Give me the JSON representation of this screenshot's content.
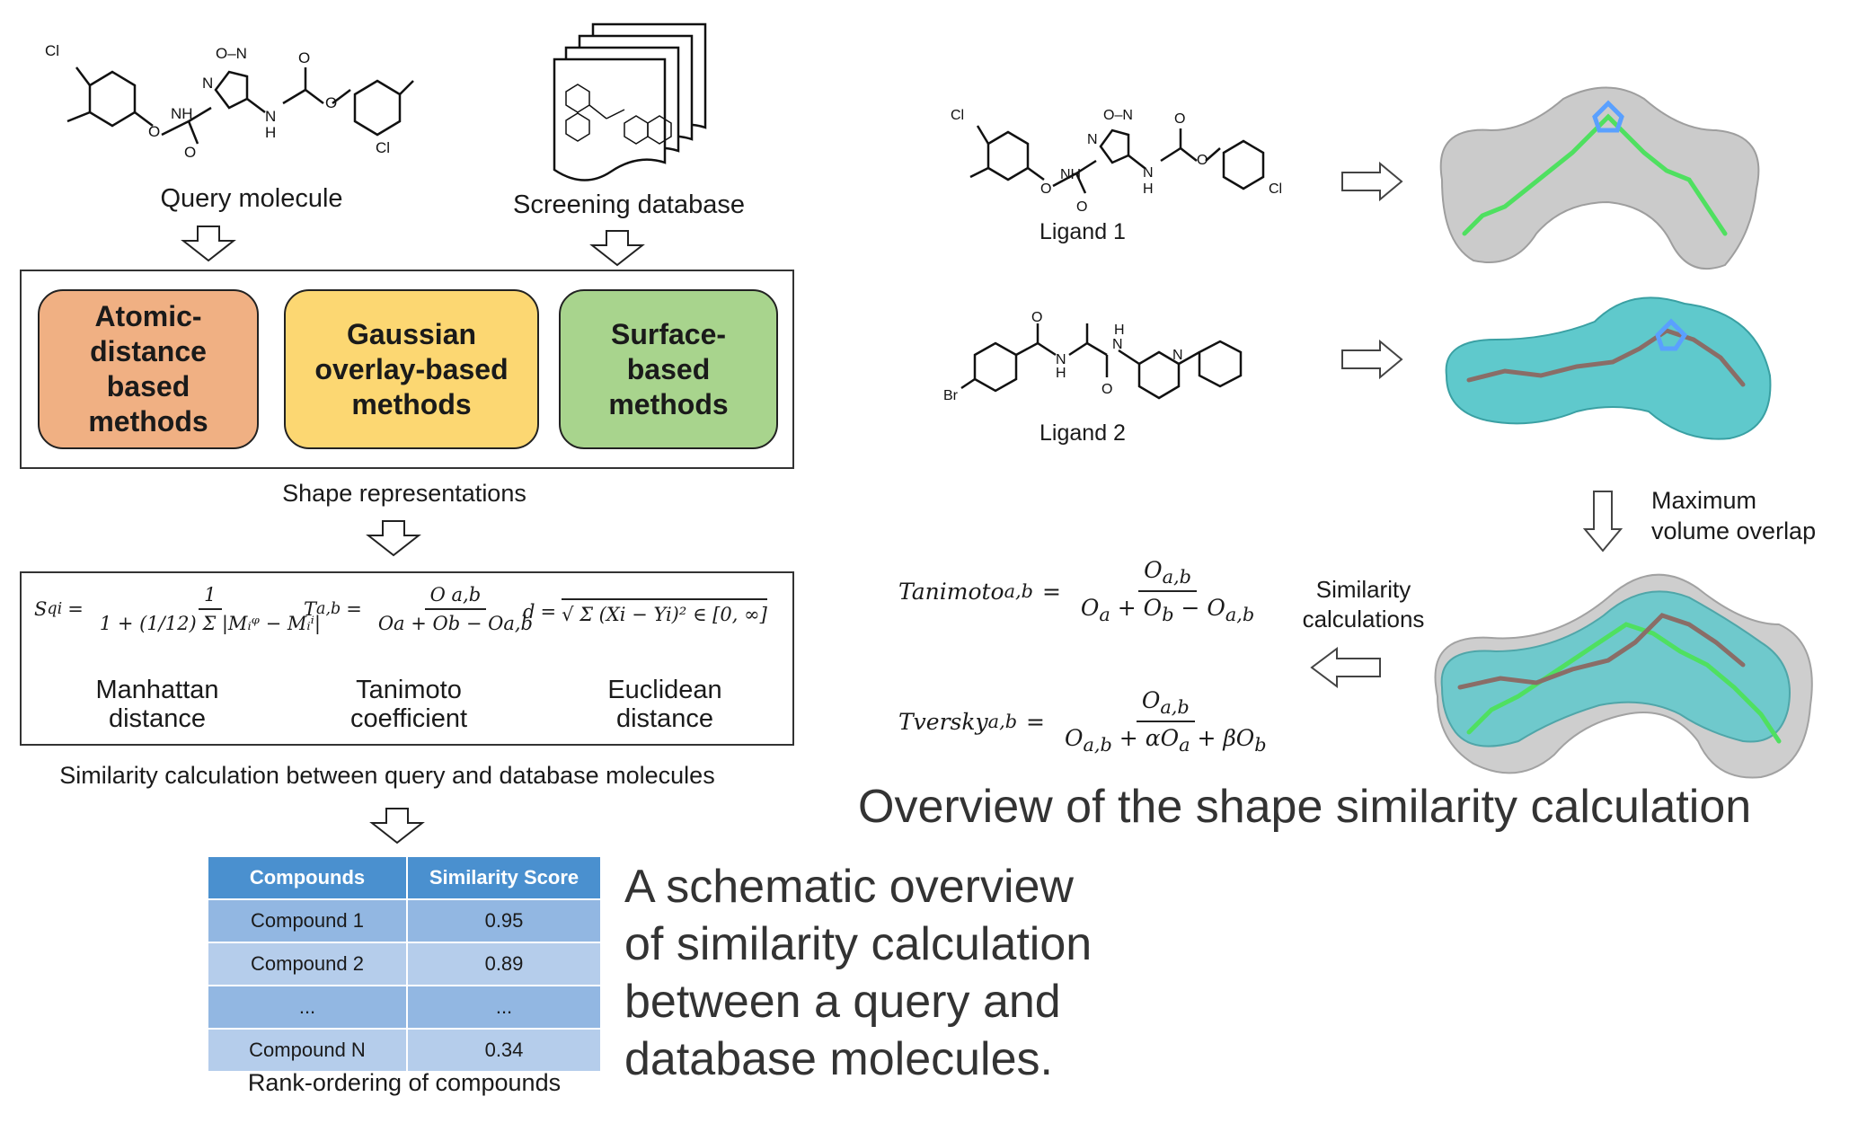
{
  "left": {
    "query_label": "Query molecule",
    "database_label": "Screening database",
    "methods": [
      {
        "label": "Atomic-distance based methods",
        "color": "#f0b083"
      },
      {
        "label": "Gaussian overlay-based methods",
        "color": "#fcd772"
      },
      {
        "label": "Surface-based methods",
        "color": "#a8d48d"
      }
    ],
    "shape_representations_label": "Shape representations",
    "metrics": [
      {
        "label": "Manhattan distance"
      },
      {
        "label": "Tanimoto coefficient"
      },
      {
        "label": "Euclidean distance"
      }
    ],
    "formula_text": {
      "manhattan_lhs": "S",
      "manhattan_lhs_sub": "qi",
      "manhattan_num": "1",
      "manhattan_den": "1 + (1/12) Σ |Mᵢᵠ − Mᵢⁱ|",
      "tanimoto_lhs": "T",
      "tanimoto_lhs_sub": "a,b",
      "tanimoto_num": "O a,b",
      "tanimoto_den": "Oa + Ob − Oa,b",
      "euclid_lhs": "d",
      "euclid_rhs": "√ Σ (Xi − Yi)² ∈ [0, ∞]"
    },
    "similarity_calc_label": "Similarity calculation between query and database molecules",
    "table": {
      "headers": [
        "Compounds",
        "Similarity Score"
      ],
      "rows": [
        [
          "Compound 1",
          "0.95"
        ],
        [
          "Compound 2",
          "0.89"
        ],
        [
          "...",
          "..."
        ],
        [
          "Compound N",
          "0.34"
        ]
      ]
    },
    "rank_label": "Rank-ordering of compounds",
    "caption": "A schematic overview of similarity calculation between a query and database molecules."
  },
  "right": {
    "ligand1_label": "Ligand 1",
    "ligand2_label": "Ligand 2",
    "overlap_label": "Maximum volume overlap",
    "similarity_label": "Similarity calculations",
    "tanimoto_lhs": "Tanimoto",
    "tversky_lhs": "Tversky",
    "sub_ab": "a,b",
    "caption": "Overview of the shape similarity calculation"
  },
  "colors": {
    "surface_grey": "#c9c9c9",
    "surface_cyan": "#5fc9cc",
    "ligand_green": "#4fe060",
    "ligand_brown": "#8a6d67"
  }
}
